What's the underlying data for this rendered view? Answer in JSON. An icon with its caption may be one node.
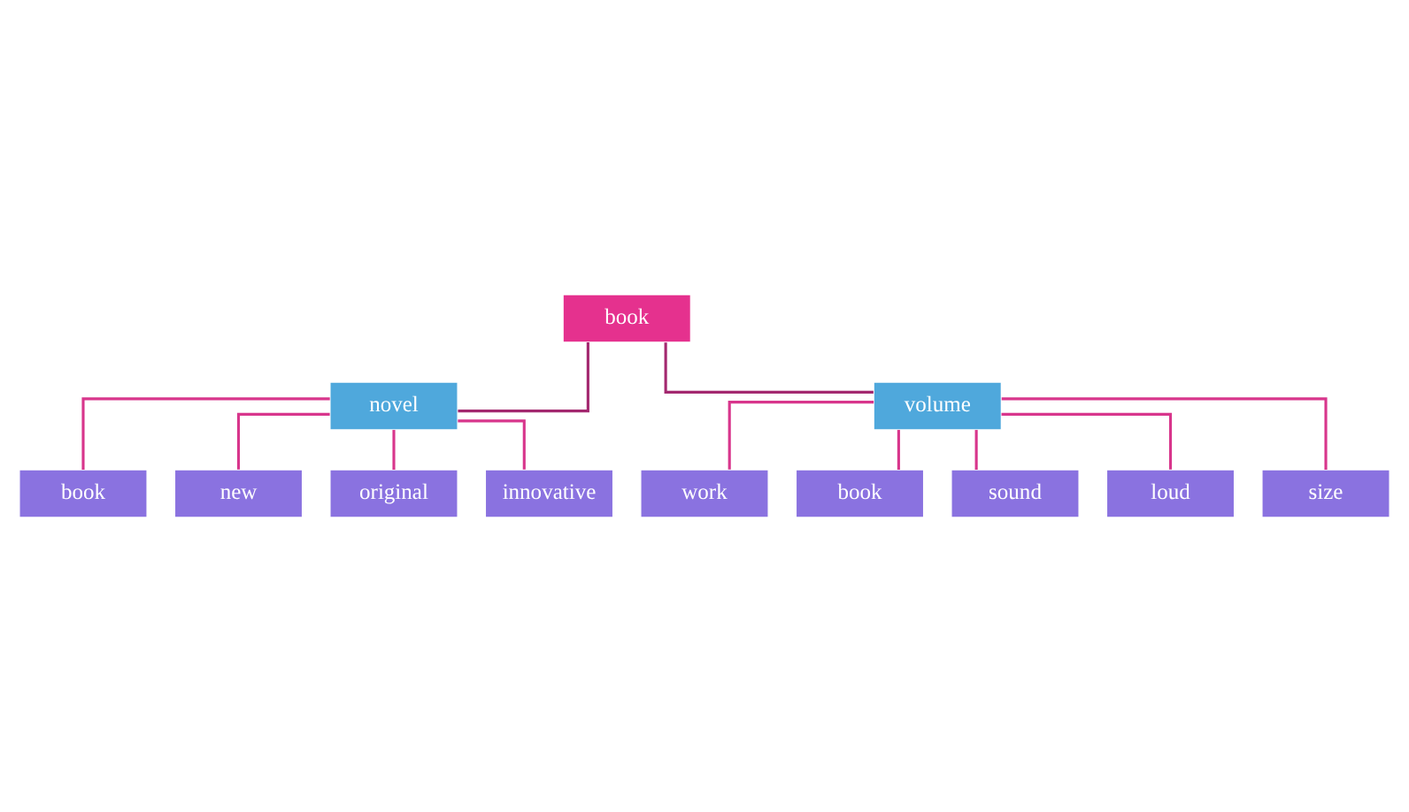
{
  "diagram": {
    "nodes": [
      {
        "text": [
          "book"
        ]
      },
      {
        "text": [
          "novel"
        ]
      },
      {
        "text": [
          "volume"
        ]
      },
      {
        "text": [
          "book"
        ]
      },
      {
        "text": [
          "new"
        ]
      },
      {
        "text": [
          "original"
        ]
      },
      {
        "text": [
          "innovative"
        ]
      },
      {
        "text": [
          "work"
        ]
      },
      {
        "text": [
          "book"
        ]
      },
      {
        "text": [
          "sound"
        ]
      },
      {
        "text": [
          "loud"
        ]
      },
      {
        "text": [
          "size"
        ]
      }
    ],
    "edges": [
      {
        "from": 0,
        "to": 1,
        "arrow": "none",
        "color": "#a3286f"
      },
      {
        "from": 0,
        "to": 2,
        "arrow": "none",
        "color": "#a3286f"
      },
      {
        "from": 1,
        "to": 3,
        "arrow": "none"
      },
      {
        "from": 1,
        "to": 4,
        "arrow": "none"
      },
      {
        "from": 1,
        "to": 5,
        "arrow": "none"
      },
      {
        "from": 1,
        "to": 6,
        "arrow": "none"
      },
      {
        "from": 2,
        "to": 7,
        "arrow": "none"
      },
      {
        "from": 2,
        "to": 8,
        "arrow": "none"
      },
      {
        "from": 2,
        "to": 9,
        "arrow": "none"
      },
      {
        "from": 2,
        "to": 10,
        "arrow": "none"
      },
      {
        "from": 2,
        "to": 11,
        "arrow": "none"
      }
    ]
  }
}
